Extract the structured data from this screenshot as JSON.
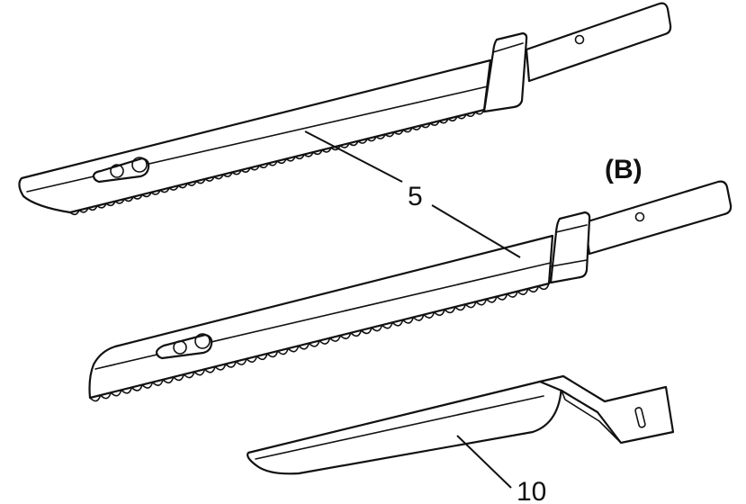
{
  "labels": {
    "part_5": "5",
    "variant_b": "(B)",
    "part_10": "10"
  },
  "colors": {
    "ink": "#111111",
    "paper": "#ffffff"
  }
}
